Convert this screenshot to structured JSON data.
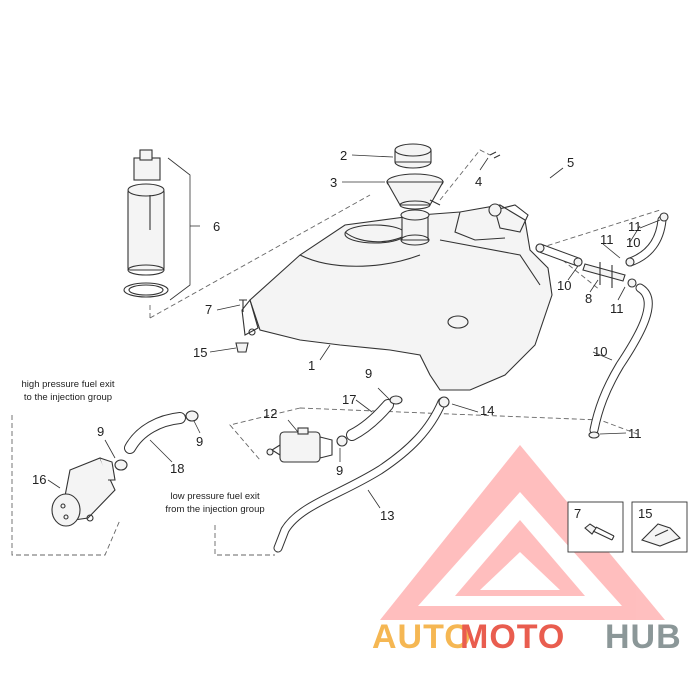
{
  "callouts": {
    "c1": "1",
    "c2": "2",
    "c3": "3",
    "c4": "4",
    "c5": "5",
    "c6": "6",
    "c7": "7",
    "c7b": "7",
    "c8": "8",
    "c9a": "9",
    "c9b": "9",
    "c9c": "9",
    "c9d": "9",
    "c10a": "10",
    "c10b": "10",
    "c10c": "10",
    "c11a": "11",
    "c11b": "11",
    "c11c": "11",
    "c11d": "11",
    "c12": "12",
    "c13": "13",
    "c14": "14",
    "c15": "15",
    "c15b": "15",
    "c16": "16",
    "c17": "17",
    "c18": "18"
  },
  "notes": {
    "high_line1": "high pressure fuel exit",
    "high_line2": "to the injection group",
    "low_line1": "low pressure fuel exit",
    "low_line2": "from the injection group"
  },
  "watermark": {
    "part1": "AUTO",
    "part2": "MOTO",
    "part3": "HUB",
    "color_orange": "#f5b041",
    "color_red": "#e74c3c",
    "color_gray": "#7f8c8d"
  }
}
